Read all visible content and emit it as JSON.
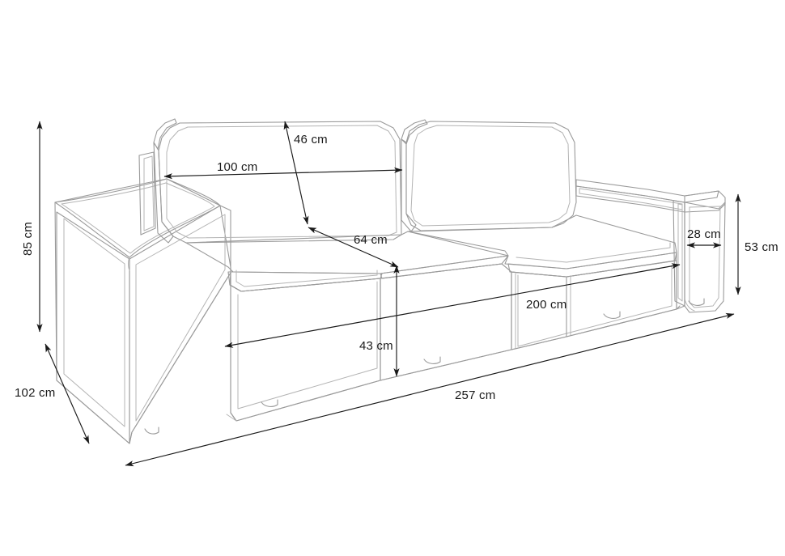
{
  "drawing": {
    "title": "Sofa dimension drawing",
    "subject": "3-seat sofa perspective technical line drawing",
    "units": "cm",
    "background_color": "#ffffff",
    "line_color": "#9a9a9a",
    "dimension_color": "#1a1a1a"
  },
  "dimensions": {
    "overall_height": {
      "label": "85 cm",
      "value": 85,
      "orientation": "vertical",
      "arrow": "double",
      "position": "left-outside"
    },
    "overall_depth": {
      "label": "102 cm",
      "value": 102,
      "orientation": "diagonal",
      "arrow": "double",
      "position": "lower-left-outside"
    },
    "overall_length": {
      "label": "257 cm",
      "value": 257,
      "orientation": "diagonal",
      "arrow": "double",
      "position": "bottom-front"
    },
    "seat_length": {
      "label": "200 cm",
      "value": 200,
      "orientation": "diagonal",
      "arrow": "double",
      "position": "front-face"
    },
    "backrest_width": {
      "label": "100 cm",
      "value": 100,
      "orientation": "horizontal",
      "arrow": "double",
      "position": "backrest-left-cushion"
    },
    "backrest_height": {
      "label": "46 cm",
      "value": 46,
      "orientation": "diagonal",
      "arrow": "double",
      "position": "backrest-left-cushion"
    },
    "seat_depth": {
      "label": "64 cm",
      "value": 64,
      "orientation": "diagonal",
      "arrow": "double",
      "position": "seat-surface"
    },
    "seat_height": {
      "label": "43 cm",
      "value": 43,
      "orientation": "vertical",
      "arrow": "double",
      "position": "front-middle"
    },
    "armrest_width": {
      "label": "28 cm",
      "value": 28,
      "orientation": "horizontal",
      "arrow": "double",
      "position": "right-armrest"
    },
    "armrest_height": {
      "label": "53 cm",
      "value": 53,
      "orientation": "vertical",
      "arrow": "double",
      "position": "right-outside"
    }
  }
}
